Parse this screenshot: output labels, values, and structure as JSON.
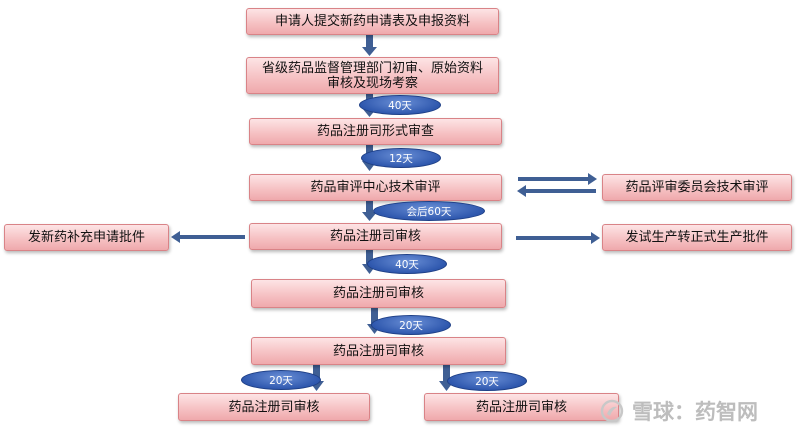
{
  "flowchart": {
    "steps": [
      "申请人提交新药申请表及申报资料",
      "省级药品监督管理部门初审、原始资料审核及现场考察",
      "药品注册司形式审查",
      "药品审评中心技术审评",
      "药品注册司审核",
      "药品注册司审核",
      "药品注册司审核",
      "药品注册司审核",
      "药品注册司审核"
    ],
    "side_nodes": {
      "committee": "药品评审委员会技术审评",
      "supplement": "发新药补充申请批件",
      "trial_to_formal": "发试生产转正式生产批件"
    },
    "durations": [
      "40天",
      "12天",
      "会后60天",
      "40天",
      "20天",
      "20天",
      "20天"
    ]
  },
  "watermark": {
    "text": "雪球：药智网"
  },
  "colors": {
    "box_fill": "#f6c2c4",
    "box_border": "#d98387",
    "arrow": "#3f5f94",
    "badge": "#2f58ae"
  }
}
